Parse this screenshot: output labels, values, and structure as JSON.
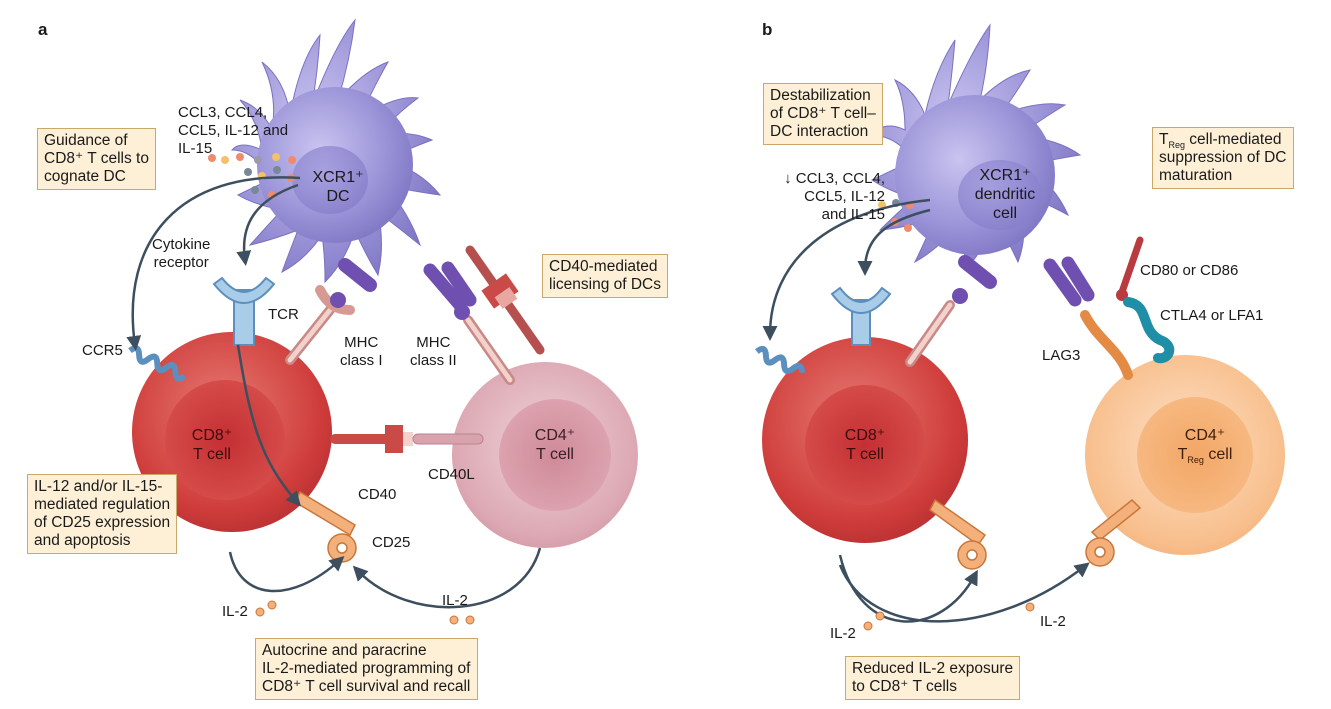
{
  "panels": {
    "a": "a",
    "b": "b"
  },
  "panel_a": {
    "box_guidance": [
      "Guidance of",
      "CD8⁺ T cells to",
      "cognate DC"
    ],
    "chemokines": [
      "CCL3, CCL4,",
      "CCL5, IL-12 and",
      "IL-15"
    ],
    "dc_label": [
      "XCR1⁺",
      "DC"
    ],
    "cytokine_receptor": [
      "Cytokine",
      "receptor"
    ],
    "box_cd40": [
      "CD40-mediated",
      "licensing of DCs"
    ],
    "tcr": "TCR",
    "mhc_i": [
      "MHC",
      "class I"
    ],
    "mhc_ii": [
      "MHC",
      "class II"
    ],
    "ccr5": "CCR5",
    "cd8_cell": [
      "CD8⁺",
      "T cell"
    ],
    "cd4_cell": [
      "CD4⁺",
      "T cell"
    ],
    "cd40": "CD40",
    "cd40l": "CD40L",
    "box_il12": [
      "IL-12 and/or IL-15-",
      "mediated regulation",
      "of CD25 expression",
      "and apoptosis"
    ],
    "cd25": "CD25",
    "il2_left": "IL-2",
    "il2_right": "IL-2",
    "box_autocrine": [
      "Autocrine and paracrine",
      "IL-2-mediated programming of",
      "CD8⁺ T cell survival and recall"
    ]
  },
  "panel_b": {
    "box_destab": [
      "Destabilization",
      "of CD8⁺ T cell–",
      "DC interaction"
    ],
    "chemokines": [
      "↓ CCL3, CCL4,",
      "CCL5, IL-12",
      "and IL-15"
    ],
    "dc_label": [
      "XCR1⁺",
      "dendritic",
      "cell"
    ],
    "box_treg": [
      "T",
      "Reg",
      " cell-mediated",
      "suppression of DC",
      "maturation"
    ],
    "cd80": "CD80 or CD86",
    "ctla4": "CTLA4 or LFA1",
    "lag3": "LAG3",
    "cd8_cell": [
      "CD8⁺",
      "T cell"
    ],
    "treg_cell": [
      "CD4⁺",
      "T",
      "Reg",
      " cell"
    ],
    "il2_left": "IL-2",
    "il2_right": "IL-2",
    "box_reduced": [
      "Reduced IL-2 exposure",
      "to CD8⁺ T cells"
    ]
  },
  "colors": {
    "dc": "#9b94d8",
    "cd8": "#c8373a",
    "cd4": "#d9a1ad",
    "treg": "#f6b47d",
    "box_fill": "#fdf0d6",
    "arrow": "#3d4f5f"
  }
}
